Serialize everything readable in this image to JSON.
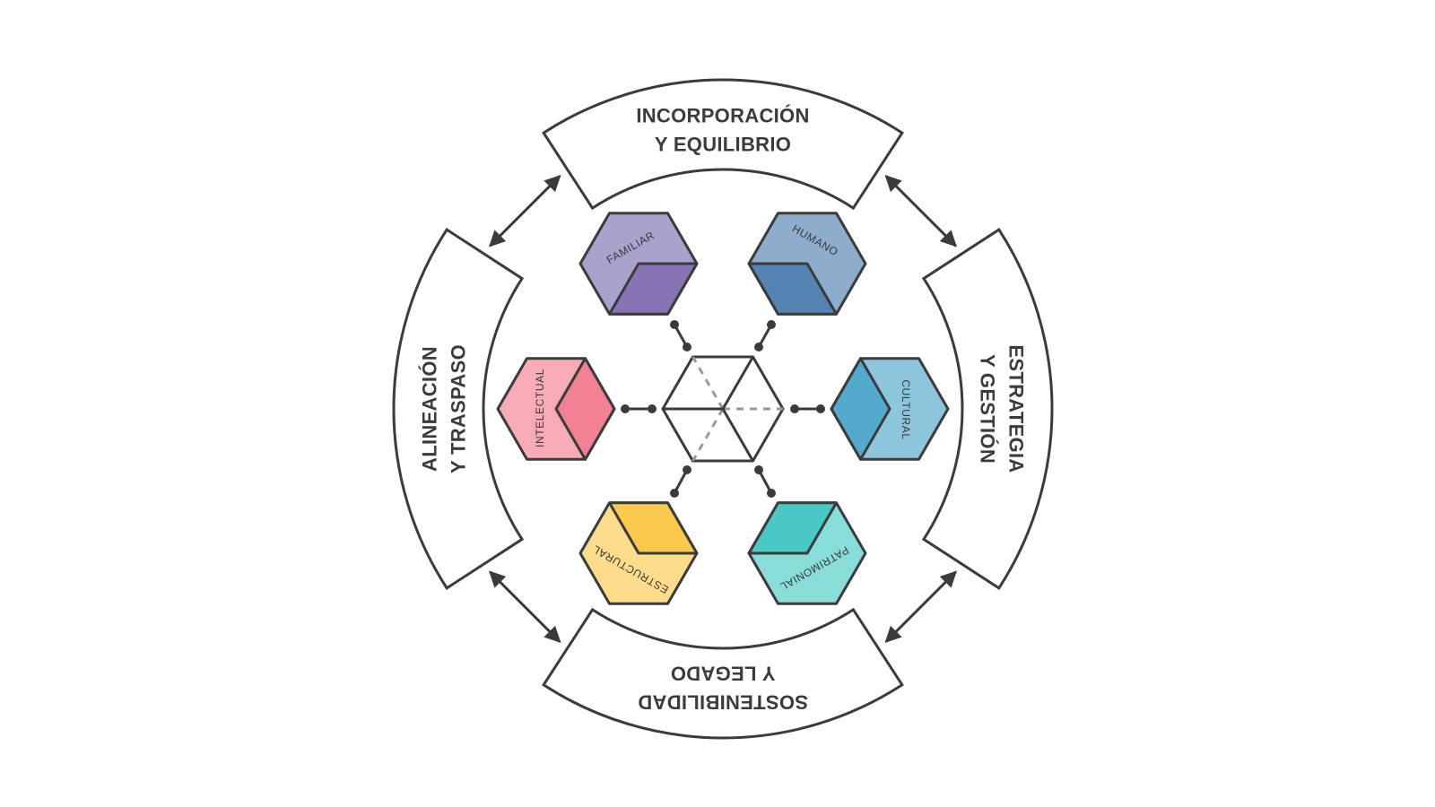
{
  "bands": [
    {
      "id": "top",
      "lines": [
        "INCORPORACIÓN",
        "Y EQUILIBRIO"
      ]
    },
    {
      "id": "right",
      "lines": [
        "ESTRATEGIA",
        "Y GESTIÓN"
      ]
    },
    {
      "id": "bottom",
      "lines": [
        "SOSTENIBILIDAD",
        "Y LEGADO"
      ]
    },
    {
      "id": "left",
      "lines": [
        "ALINEACIÓN",
        "Y TRASPASO"
      ]
    }
  ],
  "capitals": [
    {
      "id": "familiar",
      "label": "FAMILIAR",
      "light": "#aaa2cc",
      "dark": "#8874b4"
    },
    {
      "id": "humano",
      "label": "HUMANO",
      "light": "#8eadcc",
      "dark": "#5584b2"
    },
    {
      "id": "cultural",
      "label": "CULTURAL",
      "light": "#8dc5dd",
      "dark": "#53aacd"
    },
    {
      "id": "patrimonial",
      "label": "PATRIMONIAL",
      "light": "#89ddd9",
      "dark": "#4ac8c5"
    },
    {
      "id": "estructural",
      "label": "ESTRUCTURAL",
      "light": "#fddc8b",
      "dark": "#fbc94c"
    },
    {
      "id": "intelectual",
      "label": "INTELECTUAL",
      "light": "#f7abb7",
      "dark": "#f38194"
    }
  ],
  "colors": {
    "stroke": "#3b3b3b",
    "dashed": "#9a9a9a",
    "background": "#ffffff"
  }
}
